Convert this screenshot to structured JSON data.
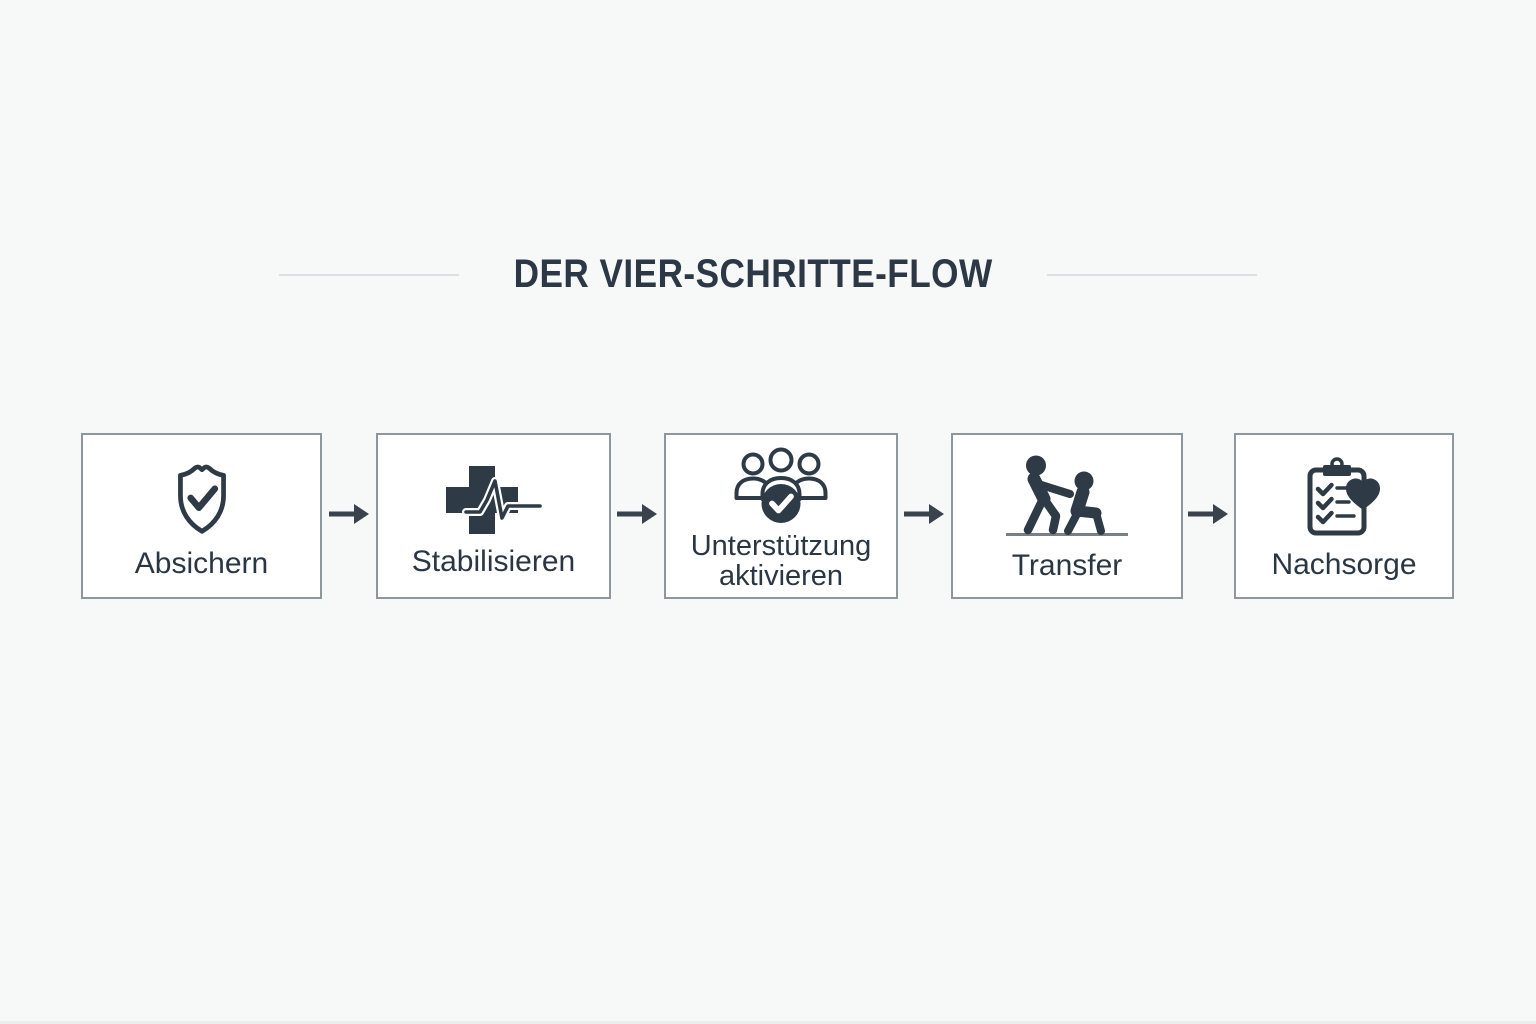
{
  "title": "DER VIER-SCHRITTE-FLOW",
  "steps": [
    {
      "label": "Absichern",
      "icon": "shield-check-icon"
    },
    {
      "label": "Stabilisieren",
      "icon": "medical-cross-pulse-icon"
    },
    {
      "label": "Unterstützung aktivieren",
      "icon": "people-group-check-icon"
    },
    {
      "label": "Transfer",
      "icon": "person-assist-icon"
    },
    {
      "label": "Nachsorge",
      "icon": "clipboard-checklist-heart-icon"
    }
  ],
  "colors": {
    "background": "#f7f8f8",
    "box_background": "#ffffff",
    "box_border": "#8f979e",
    "ink": "#2e3a46",
    "title": "#2c3845",
    "divider": "#dcdfe1",
    "arrow": "#3a424c",
    "ground_line": "#787f86"
  }
}
